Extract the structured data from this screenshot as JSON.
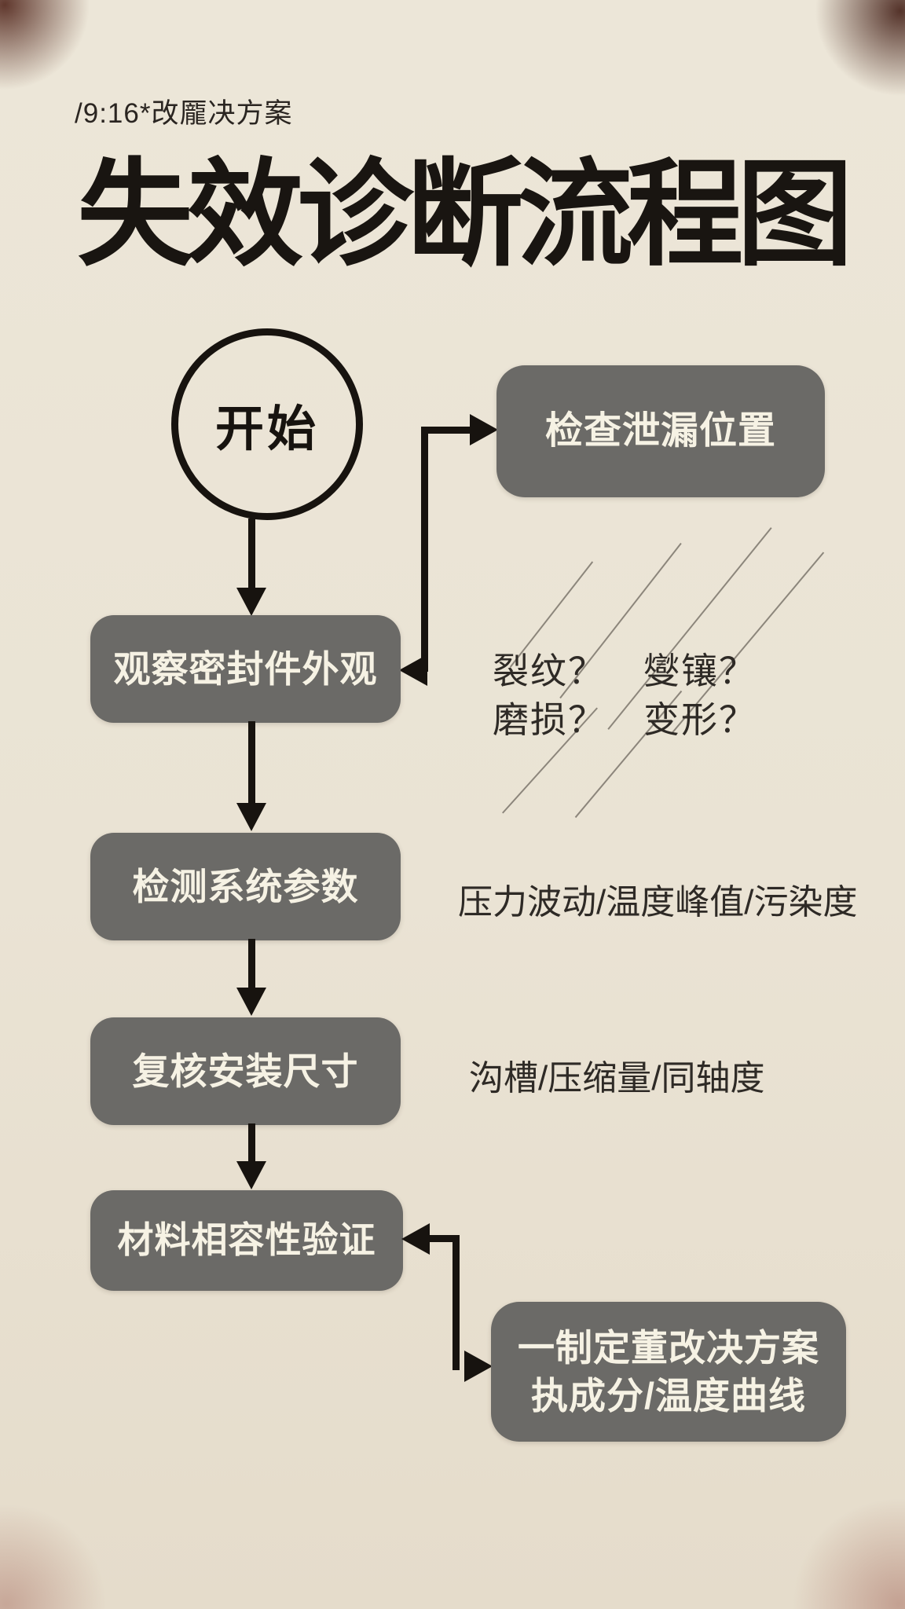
{
  "meta": {
    "aspect_note": "/9:16*改龎决方案",
    "title": "失效诊断流程图"
  },
  "flowchart": {
    "start_label": "开始",
    "nodes": {
      "check_leak": "检查泄漏位置",
      "observe_seal": "观察密封件外观",
      "detect_params": "检测系统参数",
      "review_dims": "复核安装尺寸",
      "material_compat": "材料相容性验证",
      "plan_line1": "一制定董改决方案",
      "plan_line2": "执成分/温度曲线"
    },
    "annotations": {
      "defects_row1": "裂纹？　燮镶？",
      "defects_row2": "磨损？　变形？",
      "system_params": "压力波动/温度峰值/污染度",
      "install_dims": "沟槽/压缩量/同轴度"
    }
  },
  "colors": {
    "background": "#eae3d4",
    "node_fill": "#6b6a67",
    "node_text": "#f6f2e4",
    "ink": "#17130f",
    "annotation_text": "#2e2a26"
  }
}
